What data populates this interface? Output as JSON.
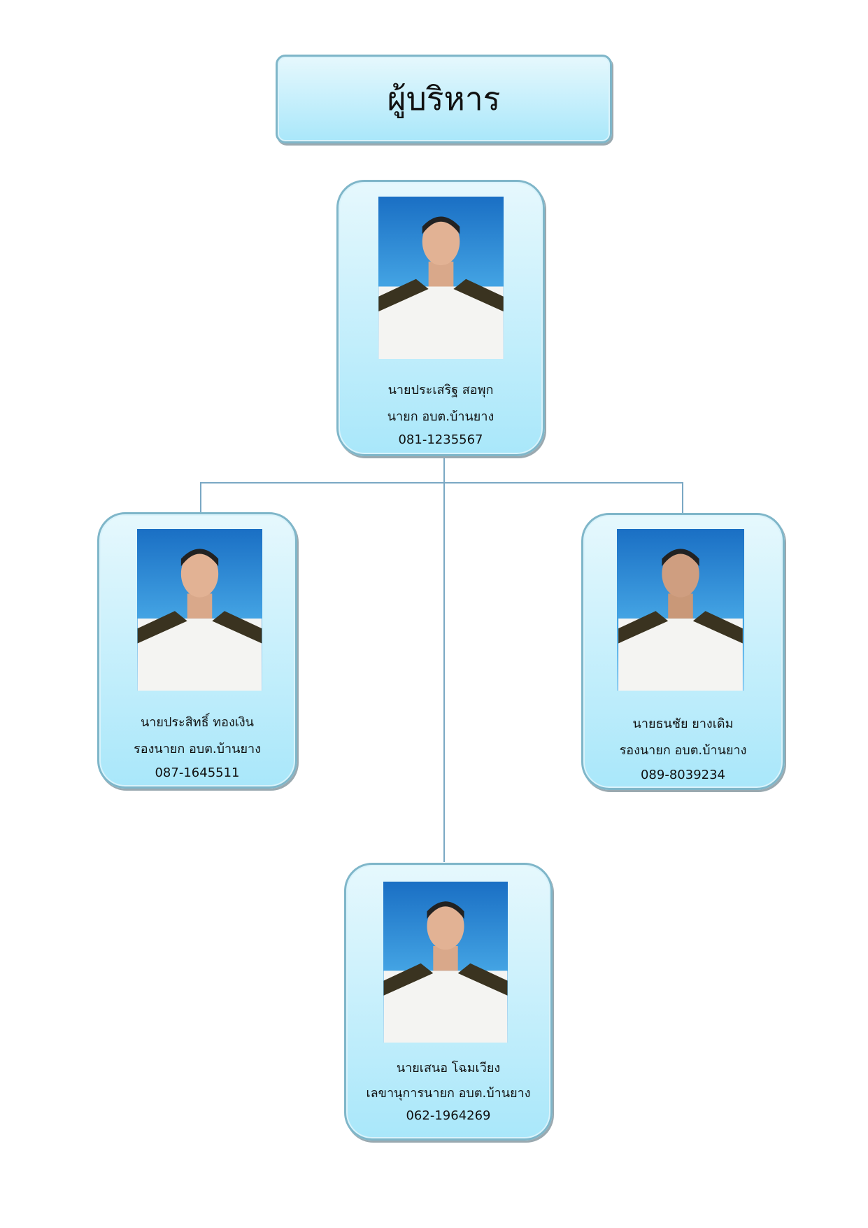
{
  "title": "ผู้บริหาร",
  "people": [
    {
      "name": "นายประเสริฐ  สอพุก",
      "position": "นายก อบต.บ้านยาง",
      "phone": "081-1235567"
    },
    {
      "name": "นายประสิทธิ์  ทองเงิน",
      "position": "รองนายก อบต.บ้านยาง",
      "phone": "087-1645511"
    },
    {
      "name": "นายธนชัย  ยางเดิม",
      "position": "รองนายก อบต.บ้านยาง",
      "phone": "089-8039234"
    },
    {
      "name": "นายเสนอ  โฉมเวียง",
      "position": "เลขานุการนายก อบต.บ้านยาง",
      "phone": "062-1964269"
    }
  ]
}
